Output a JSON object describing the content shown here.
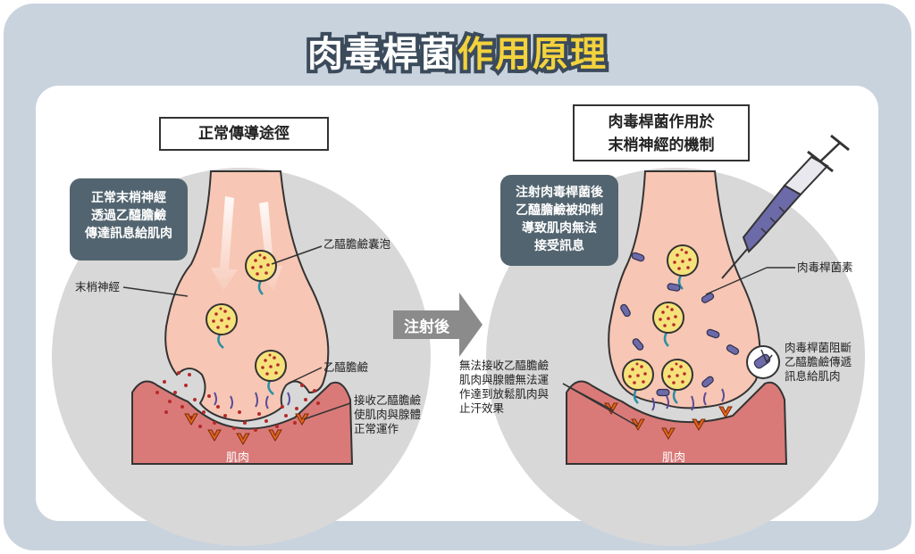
{
  "title": {
    "part1": "肉毒桿菌",
    "part2": "作用原理"
  },
  "left": {
    "heading": "正常傳導途徑",
    "note": [
      "正常末梢神經",
      "透過乙醯膽鹼",
      "傳達訊息給肌肉"
    ],
    "labels": {
      "nerve": "末梢神經",
      "vesicle": "乙醯膽鹼囊泡",
      "ach": "乙醯膽鹼",
      "receive": [
        "接收乙醯膽鹼",
        "使肌肉與腺體",
        "正常運作"
      ],
      "muscle": "肌肉"
    }
  },
  "arrow": {
    "label": "注射後"
  },
  "right": {
    "heading": [
      "肉毒桿菌作用於",
      "末梢神經的機制"
    ],
    "note": [
      "注射肉毒桿菌後",
      "乙醯膽鹼被抑制",
      "導致肌肉無法",
      "接受訊息"
    ],
    "labels": {
      "toxin": "肉毒桿菌素",
      "block": [
        "肉毒桿菌阻斷",
        "乙醯膽鹼傳遞",
        "訊息給肌肉"
      ],
      "cannot": [
        "無法接收乙醯膽鹼",
        "肌肉與腺體無法運",
        "作達到放鬆肌肉與",
        "止汗效果"
      ],
      "muscle": "肌肉"
    }
  },
  "colors": {
    "frame": "#c9d3de",
    "nerve": "#f7c6b4",
    "muscle": "#d97a78",
    "vesicle": "#f6e27a",
    "ach_dot": "#b52a2a",
    "receptor": "#e0641c",
    "toxin": "#6c6aa8",
    "note_bg": "#52646f",
    "title_yellow": "#f3d23c"
  }
}
